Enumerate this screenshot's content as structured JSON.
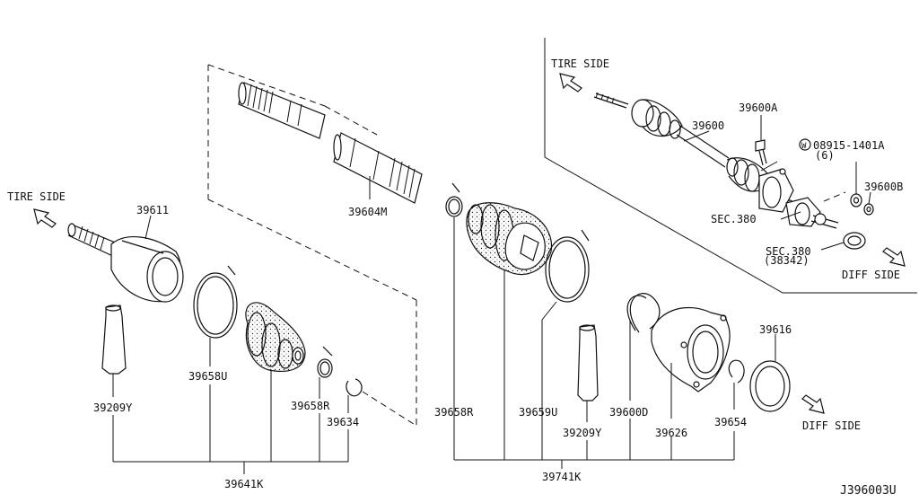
{
  "diagram": {
    "side_labels": {
      "tire_side_left": "TIRE SIDE",
      "tire_side_right": "TIRE SIDE",
      "diff_side_inset": "DIFF SIDE",
      "diff_side_bottom": "DIFF SIDE"
    },
    "parts": {
      "p39611": "39611",
      "p39604M": "39604M",
      "p39209Y_left": "39209Y",
      "p39658U": "39658U",
      "p39658R_left": "39658R",
      "p39634": "39634",
      "p39641K": "39641K",
      "p39658R_right": "39658R",
      "p39659U": "39659U",
      "p39209Y_right": "39209Y",
      "p39600D": "39600D",
      "p39626": "39626",
      "p39654": "39654",
      "p39616": "39616",
      "p39741K": "39741K"
    },
    "inset": {
      "p39600": "39600",
      "p39600A": "39600A",
      "washer_marker": "W",
      "p08915": "08915-1401A",
      "p08915_qty": "(6)",
      "p39600B": "39600B",
      "sec380_a": "SEC.380",
      "sec380_b": "SEC.380",
      "sec380_b_sub": "(38342)"
    },
    "diagram_id": "J396003U"
  }
}
